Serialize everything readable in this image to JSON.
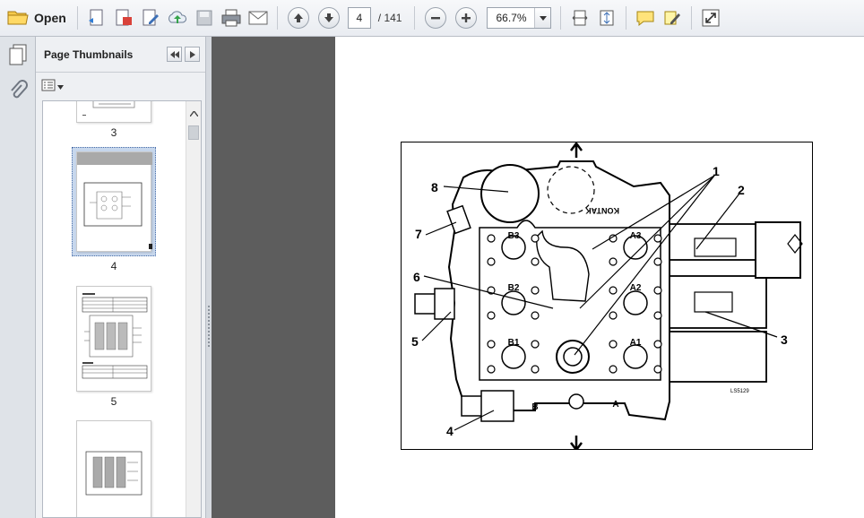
{
  "toolbar": {
    "open_label": "Open",
    "current_page": "4",
    "page_total": "/ 141",
    "zoom": "66.7%"
  },
  "panel": {
    "title": "Page Thumbnails",
    "thumbnails": [
      {
        "label": "3"
      },
      {
        "label": "4"
      },
      {
        "label": "5"
      },
      {
        "label": ""
      }
    ]
  },
  "figure": {
    "callouts": [
      "1",
      "2",
      "3",
      "4",
      "5",
      "6",
      "7",
      "8"
    ],
    "port_labels": [
      "B3",
      "A3",
      "B2",
      "A2",
      "B1",
      "A1",
      "B",
      "A"
    ],
    "kontakt": "KONTAK",
    "code": "LS5129"
  },
  "icons": [
    "open-folder-icon",
    "create-pdf-icon",
    "convert-icon",
    "edit-icon",
    "upload-icon",
    "save-icon",
    "print-icon",
    "email-icon",
    "prev-page-icon",
    "next-page-icon",
    "zoom-out-icon",
    "zoom-in-icon",
    "fit-page-icon",
    "fit-width-icon",
    "comment-icon",
    "highlight-icon",
    "fullscreen-icon"
  ],
  "colors": {
    "toolbar": "#e9ecf1",
    "doc_background": "#5d5d5d",
    "selection": "#c7d7ec"
  }
}
